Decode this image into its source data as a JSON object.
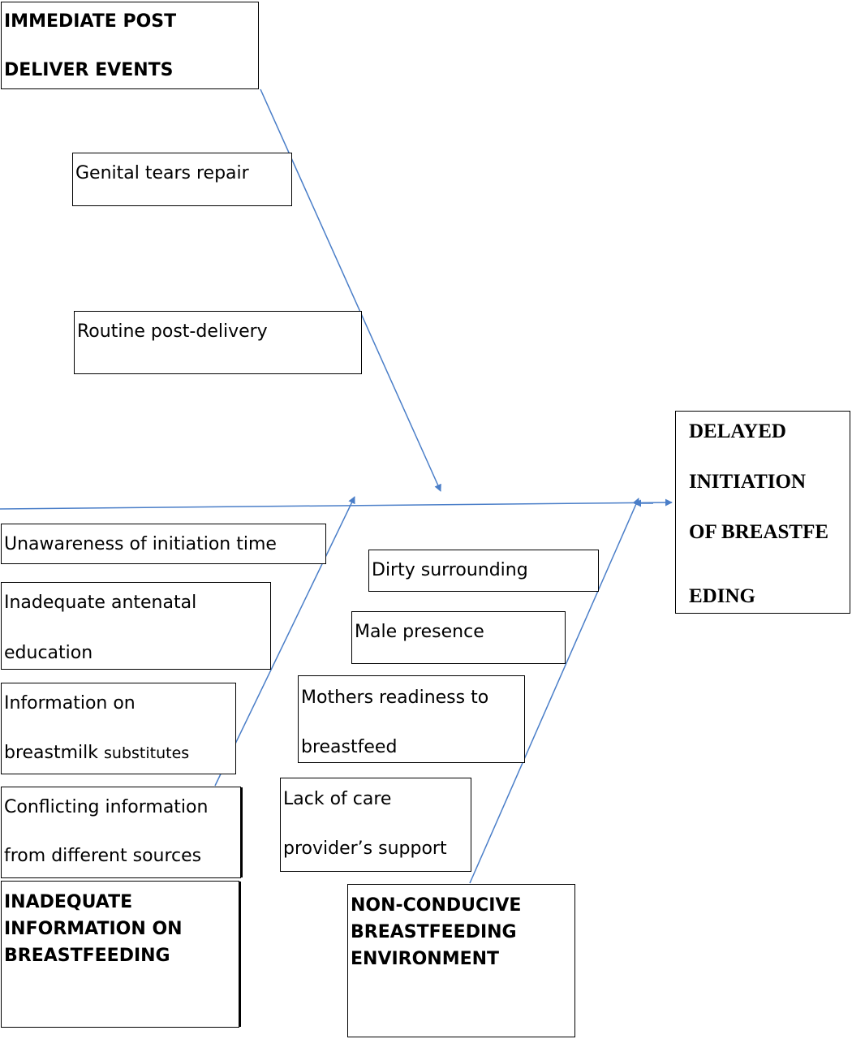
{
  "colors": {
    "arrow": "#4a7ec8",
    "border": "#000000",
    "text": "#000000"
  },
  "outcome": {
    "line1": "DELAYED",
    "line2": "INITIATION",
    "line3": "OF BREASTFE",
    "line4": "EDING"
  },
  "categories": {
    "immediate_post_delivery": {
      "label_line1": "IMMEDIATE POST",
      "label_line2": "DELIVER EVENTS",
      "causes": [
        "Genital tears repair",
        "Routine post-delivery"
      ]
    },
    "inadequate_information": {
      "label_line1": "INADEQUATE",
      "label_line2": "INFORMATION ON",
      "label_line3": "BREASTFEEDING",
      "causes": [
        {
          "line1": "Unawareness of initiation time"
        },
        {
          "line1": "Inadequate antenatal",
          "line2": "education"
        },
        {
          "line1": "Information on",
          "line2a": "breastmilk ",
          "line2b": "substitutes"
        },
        {
          "line1": "Conflicting information",
          "line2": "from different sources"
        }
      ]
    },
    "non_conducive_environment": {
      "label_line1": "NON-CONDUCIVE",
      "label_line2": "BREASTFEEDING",
      "label_line3": "ENVIRONMENT",
      "causes": [
        {
          "line1": "Dirty surrounding"
        },
        {
          "line1": "Male presence"
        },
        {
          "line1": "Mothers readiness to",
          "line2": "breastfeed"
        },
        {
          "line1": "Lack of care",
          "line2": "provider’s support"
        }
      ]
    }
  }
}
